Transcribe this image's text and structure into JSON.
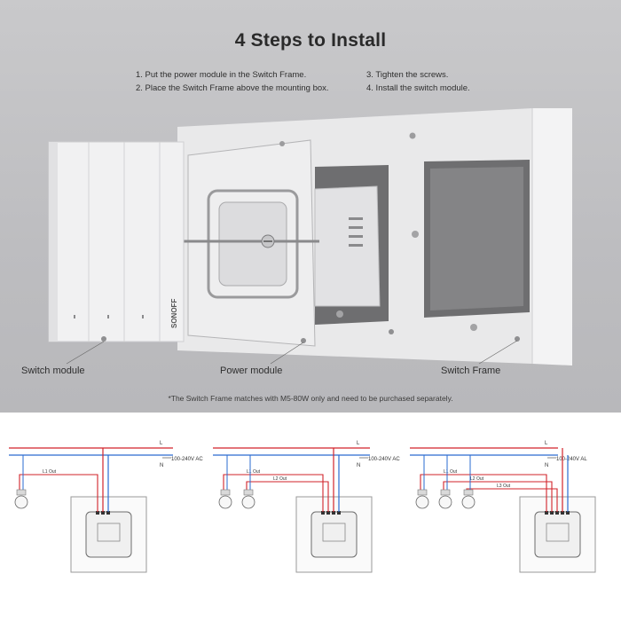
{
  "header": {
    "title": "4 Steps to Install",
    "steps_left": [
      "1. Put the power module in the Switch Frame.",
      "2. Place the Switch Frame above the mounting box."
    ],
    "steps_right": [
      "3. Tighten the screws.",
      "4. Install the switch module."
    ]
  },
  "illustration": {
    "brand": "SONOFF",
    "labels": {
      "switch_module": "Switch module",
      "power_module": "Power module",
      "switch_frame": "Switch Frame"
    },
    "note": "*The Switch Frame matches with M5-80W only and need to be purchased separately."
  },
  "wiring": {
    "line": "L",
    "neutral": "N",
    "diagrams": [
      {
        "supply": "100-240V AC",
        "outputs": [
          "L1 Out"
        ]
      },
      {
        "supply": "100-240V AC",
        "outputs": [
          "L1 Out",
          "L2 Out"
        ]
      },
      {
        "supply": "100-240V AL",
        "outputs": [
          "L1 Out",
          "L2 Out",
          "L3 Out"
        ]
      }
    ],
    "colors": {
      "live": "#d2232a",
      "neutral": "#2a6bd1",
      "device": "#9a9a9a"
    }
  }
}
